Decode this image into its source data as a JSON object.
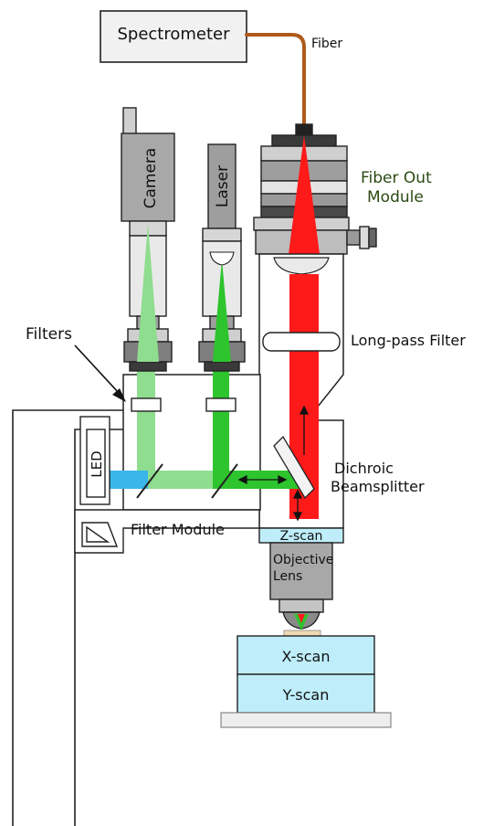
{
  "labels": {
    "spectrometer": "Spectrometer",
    "fiber": "Fiber",
    "fiber_out_line1": "Fiber Out",
    "fiber_out_line2": "Module",
    "camera": "Camera",
    "laser": "Laser",
    "filters": "Filters",
    "long_pass": "Long-pass Filter",
    "dichroic_line1": "Dichroic",
    "dichroic_line2": "Beamsplitter",
    "led": "LED",
    "filter_module": "Filter Module",
    "z_scan": "Z-scan",
    "objective_line1": "Objective",
    "objective_line2": "Lens",
    "x_scan": "X-scan",
    "y_scan": "Y-scan"
  },
  "colors": {
    "laser_green": "#2ec42e",
    "light_green": "#8fdd8f",
    "red_beam": "#ff1a1a",
    "led_blue": "#3bb6ea",
    "scan_blue": "#bfeefa",
    "fiber_copper": "#b05a1a",
    "fiber_out_text": "#2b4a12",
    "body_gray": "#a8a8a8",
    "dark_gray": "#333333"
  }
}
